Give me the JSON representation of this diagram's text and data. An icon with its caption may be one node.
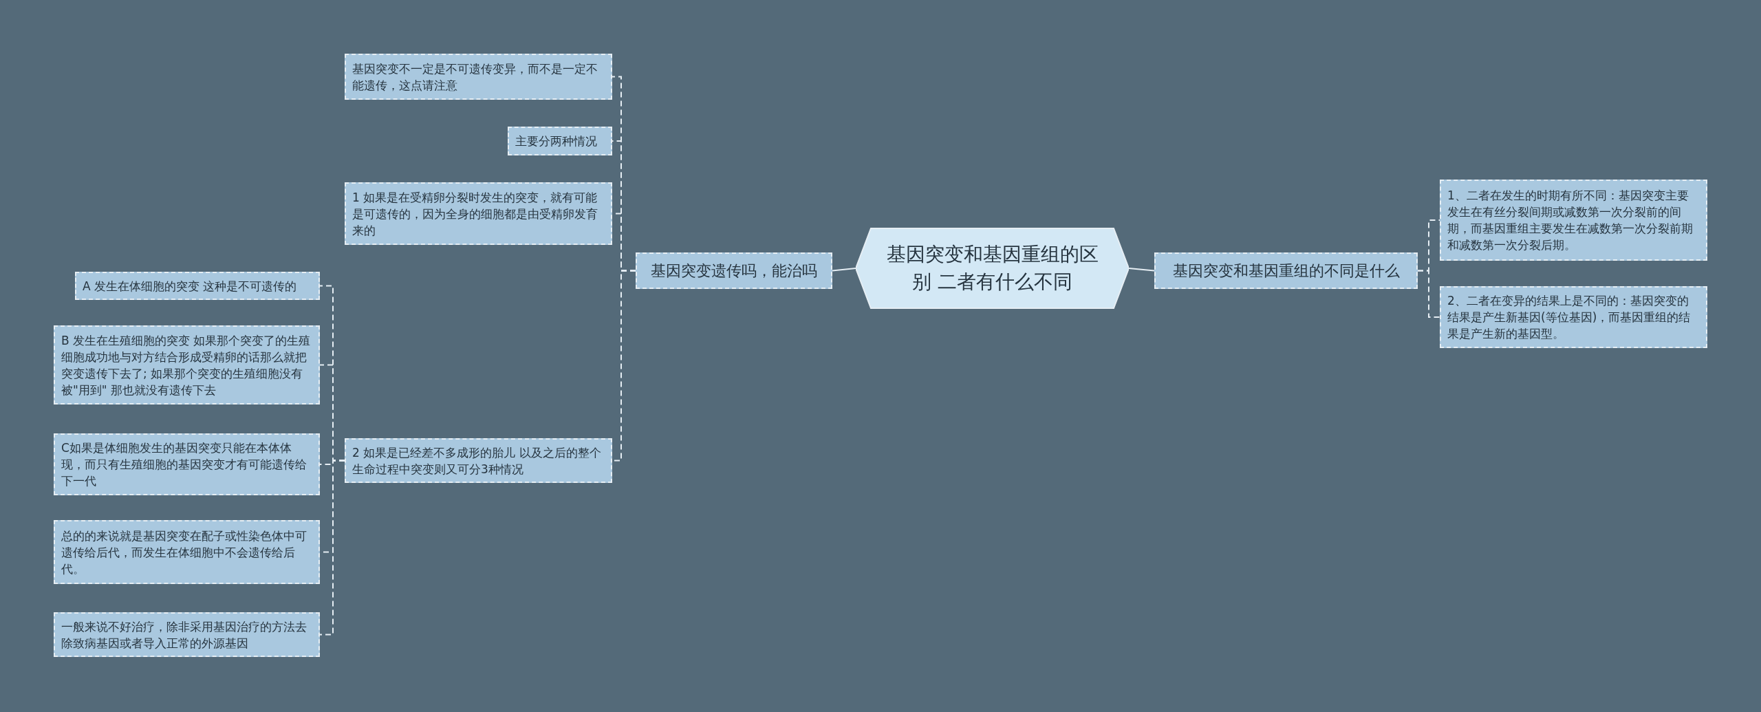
{
  "diagram": {
    "nodes": [
      {
        "text": [
          "基因突变和基因重组的区别 二者有什么不同"
        ]
      },
      {
        "text": [
          "基因突变遗传吗，能治吗"
        ]
      },
      {
        "text": [
          "基因突变和基因重组的不同是什么"
        ]
      },
      {
        "text": [
          "基因突变不一定是不可遗传变异，而不是一定不能遗传，这点请注意"
        ]
      },
      {
        "text": [
          "主要分两种情况"
        ]
      },
      {
        "text": [
          "1 如果是在受精卵分裂时发生的突变，就有可能是可遗传的，因为全身的细胞都是由受精卵发育来的"
        ]
      },
      {
        "text": [
          "2 如果是已经差不多成形的胎儿 以及之后的整个生命过程中突变则又可分3种情况"
        ]
      },
      {
        "text": [
          "A 发生在体细胞的突变 这种是不可遗传的"
        ]
      },
      {
        "text": [
          "B 发生在生殖细胞的突变 如果那个突变了的生殖细胞成功地与对方结合形成受精卵的话那么就把突变遗传下去了; 如果那个突变的生殖细胞没有被\"用到\" 那也就没有遗传下去"
        ]
      },
      {
        "text": [
          "C如果是体细胞发生的基因突变只能在本体体现，而只有生殖细胞的基因突变才有可能遗传给下一代"
        ]
      },
      {
        "text": [
          "总的的来说就是基因突变在配子或性染色体中可遗传给后代，而发生在体细胞中不会遗传给后代。"
        ]
      },
      {
        "text": [
          "一般来说不好治疗，除非采用基因治疗的方法去除致病基因或者导入正常的外源基因"
        ]
      },
      {
        "text": [
          "1、二者在发生的时期有所不同：基因突变主要发生在有丝分裂间期或减数第一次分裂前的间期，而基因重组主要发生在减数第一次分裂前期和减数第一次分裂后期。"
        ]
      },
      {
        "text": [
          "2、二者在变异的结果上是不同的：基因突变的结果是产生新基因(等位基因)，而基因重组的结果是产生新的基因型。"
        ]
      }
    ],
    "edges": [
      {
        "from": 0,
        "to": 1,
        "arrow": "none"
      },
      {
        "from": 0,
        "to": 2,
        "arrow": "none"
      },
      {
        "from": 1,
        "to": 3,
        "arrow": "none",
        "style": "dashed"
      },
      {
        "from": 1,
        "to": 4,
        "arrow": "none",
        "style": "dashed"
      },
      {
        "from": 1,
        "to": 5,
        "arrow": "none",
        "style": "dashed"
      },
      {
        "from": 1,
        "to": 6,
        "arrow": "none",
        "style": "dashed"
      },
      {
        "from": 6,
        "to": 7,
        "arrow": "none",
        "style": "dashed"
      },
      {
        "from": 6,
        "to": 8,
        "arrow": "none",
        "style": "dashed"
      },
      {
        "from": 6,
        "to": 9,
        "arrow": "none",
        "style": "dashed"
      },
      {
        "from": 6,
        "to": 10,
        "arrow": "none",
        "style": "dashed"
      },
      {
        "from": 6,
        "to": 11,
        "arrow": "none",
        "style": "dashed"
      },
      {
        "from": 2,
        "to": 12,
        "arrow": "none",
        "style": "dashed"
      },
      {
        "from": 2,
        "to": 13,
        "arrow": "none",
        "style": "dashed"
      }
    ]
  }
}
